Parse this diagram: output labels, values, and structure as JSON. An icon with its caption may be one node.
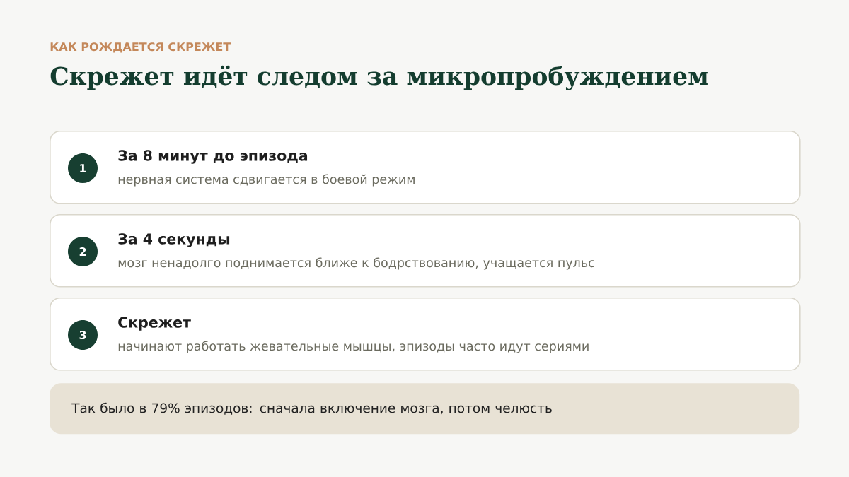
{
  "diagram": {
    "title": "Скрежет идёт следом за микропробуждением",
    "nodes": [
      {
        "text": [
          "За 8 минут до эпизода",
          "нервная система сдвигается в боевой режим"
        ]
      },
      {
        "text": [
          "1"
        ],
        "in": 0
      },
      {
        "text": [
          "За 4 секунды",
          "мозг ненадолго поднимается ближе к бодрствованию, учащается пульс"
        ]
      },
      {
        "text": [
          "2"
        ],
        "in": 2
      },
      {
        "text": [
          "Скрежет",
          "начинают работать жевательные мышцы, эпизоды часто идут сериями"
        ]
      },
      {
        "text": [
          "3"
        ],
        "in": 4
      },
      {
        "text": [
          "Так было в 79% эпизодов: сначала включение мозга, потом челюсть"
        ]
      }
    ],
    "labels": [
      "КАК РОЖДАЕТСЯ СКРЕЖЕТ"
    ]
  }
}
